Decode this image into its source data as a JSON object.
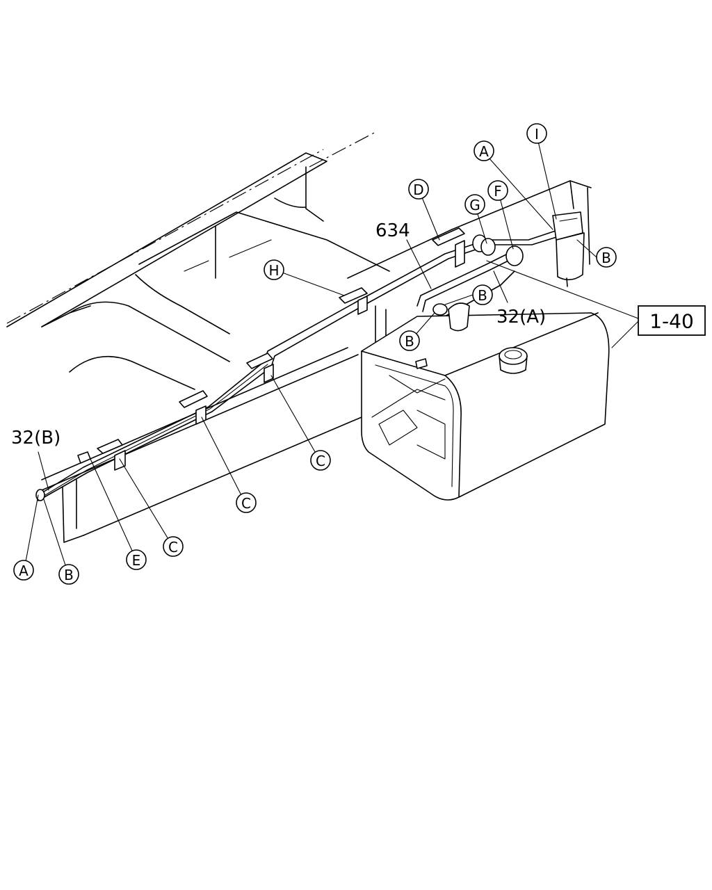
{
  "diagram": {
    "part_labels": {
      "p634": "634",
      "p32a": "32(A)",
      "p32b": "32(B)"
    },
    "reference_box": "1-40",
    "callouts": {
      "A_top": "A",
      "I_top": "I",
      "D_top": "D",
      "G_top": "G",
      "F_top": "F",
      "B_filter": "B",
      "H_mid": "H",
      "B_tank": "B",
      "B_tank2": "B",
      "C_1": "C",
      "C_2": "C",
      "C_3": "C",
      "E_1": "E",
      "A_low": "A",
      "B_low": "B"
    }
  }
}
